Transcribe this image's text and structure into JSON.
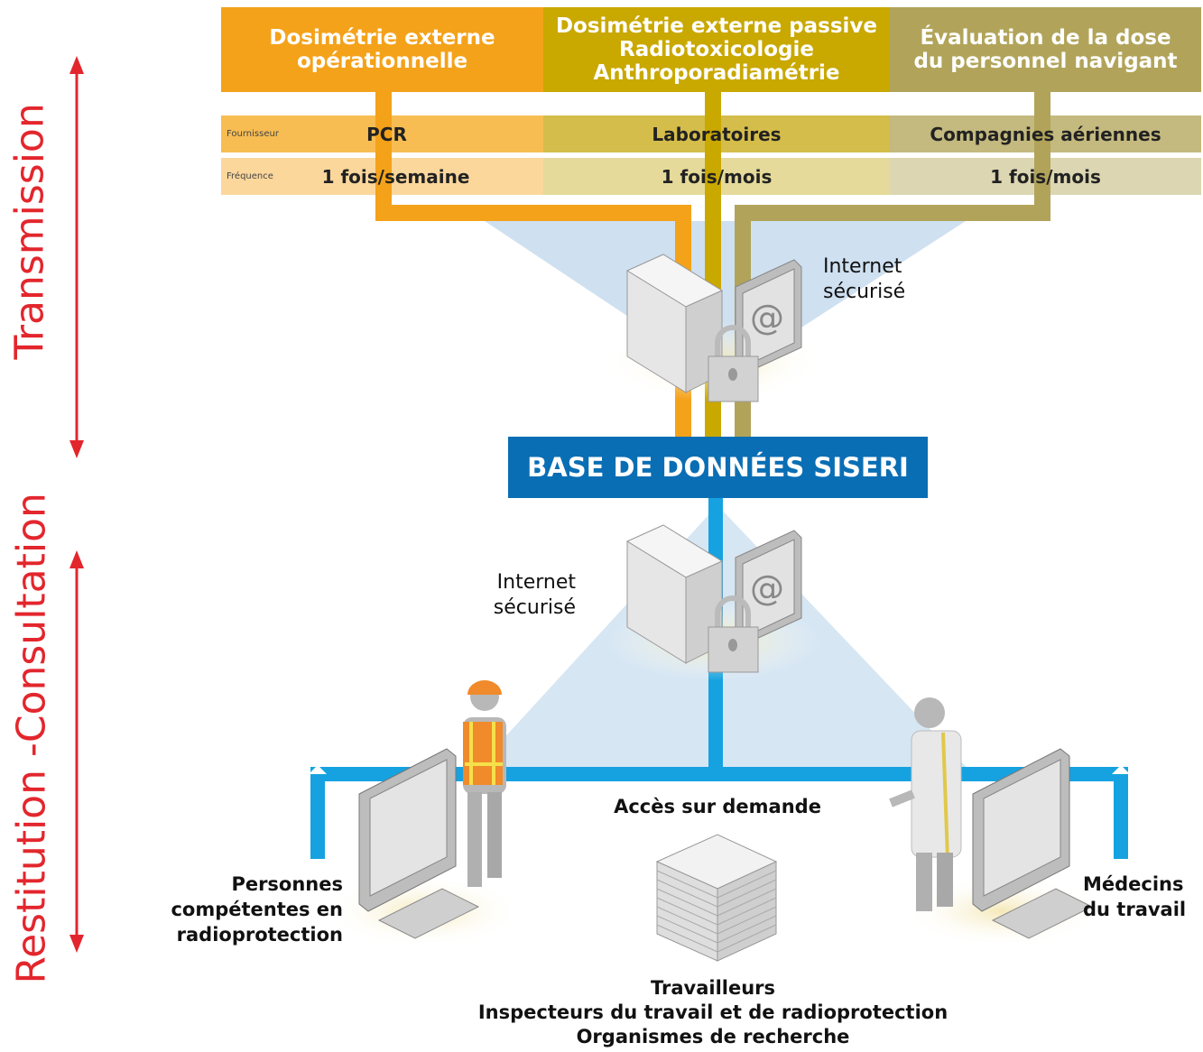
{
  "header": {
    "col1": [
      "Dosimétrie externe",
      "opérationnelle"
    ],
    "col2": [
      "Dosimétrie externe passive",
      "Radiotoxicologie",
      "Anthroporadiamétrie"
    ],
    "col3": [
      "Évaluation de la dose",
      "du personnel navigant"
    ]
  },
  "rows": {
    "fournisseur": {
      "label": "Fournisseur",
      "values": [
        "PCR",
        "Laboratoires",
        "Compagnies aériennes"
      ]
    },
    "frequence": {
      "label": "Fréquence",
      "values": [
        "1 fois/semaine",
        "1 fois/mois",
        "1 fois/mois"
      ]
    }
  },
  "side": {
    "top": "Transmission",
    "bottom": "Restitution -Consultation"
  },
  "internet_top": [
    "Internet",
    "sécurisé"
  ],
  "internet_bottom": [
    "Internet",
    "sécurisé"
  ],
  "database": "BASE DE DONNÉES SISERI",
  "access": "Accès sur demande",
  "left_users": [
    "Personnes",
    "compétentes en",
    "radioprotection"
  ],
  "right_users": [
    "Médecins",
    "du travail"
  ],
  "bottom_users": [
    "Travailleurs",
    "Inspecteurs du travail et de radioprotection",
    "Organismes de recherche"
  ],
  "colors": {
    "orange": "#f4a21a",
    "olive": "#c9a800",
    "khaki": "#b1a45a",
    "blue": "#0a6eb4",
    "cyan": "#16a2e0",
    "red": "#e3262d"
  },
  "icons": [
    "server-icon",
    "monitor-at-icon",
    "padlock-icon",
    "worker-icon",
    "doctor-icon",
    "document-stack-icon",
    "computer-icon",
    "keyboard-icon"
  ]
}
